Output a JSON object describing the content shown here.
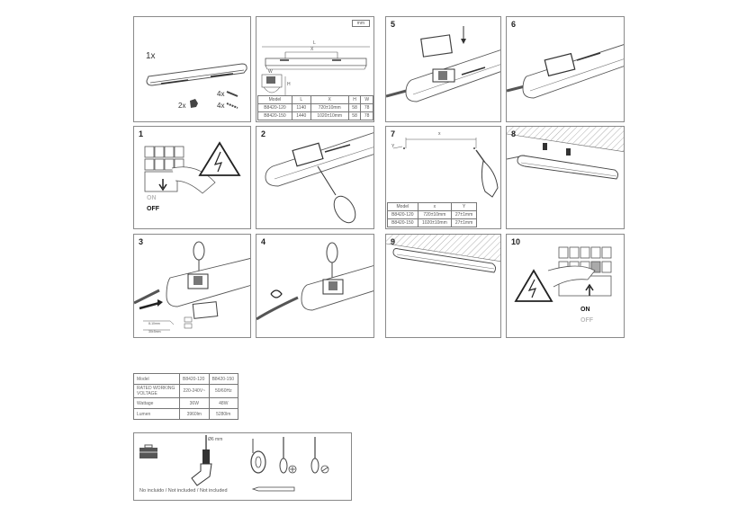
{
  "panels": {
    "contents": {
      "qty_fixture": "1x",
      "qty_clips": "2x",
      "qty_screws": "4x",
      "qty_plugs": "4x"
    },
    "dimensions": {
      "unit": "mm",
      "label_L": "L",
      "label_X": "X",
      "label_W": "W",
      "label_H": "H",
      "table": {
        "headers": [
          "Model",
          "L",
          "X",
          "H",
          "W"
        ],
        "rows": [
          [
            "B8420-120",
            "1140",
            "720±10mm",
            "58",
            "78"
          ],
          [
            "B8420-150",
            "1440",
            "1020±10mm",
            "58",
            "78"
          ]
        ]
      }
    },
    "steps": [
      {
        "n": "1",
        "on": "ON",
        "off": "OFF"
      },
      {
        "n": "2"
      },
      {
        "n": "3",
        "strip1": "8-10mm",
        "strip2": "30±5mm"
      },
      {
        "n": "4"
      },
      {
        "n": "5"
      },
      {
        "n": "6"
      },
      {
        "n": "7",
        "label_x": "x",
        "label_y": "Y",
        "table": {
          "headers": [
            "Model",
            "x",
            "Y"
          ],
          "rows": [
            [
              "B8420-120",
              "720±10mm",
              "27±1mm"
            ],
            [
              "B8420-150",
              "1020±10mm",
              "27±1mm"
            ]
          ]
        }
      },
      {
        "n": "8"
      },
      {
        "n": "9"
      },
      {
        "n": "10",
        "on": "ON",
        "off": "OFF"
      }
    ]
  },
  "spec_table": {
    "rows": [
      [
        "Model",
        "B8420-120",
        "B8420-150"
      ],
      [
        "RATED WORKING VOLTAGE",
        "220-240V~",
        "50/60Hz"
      ],
      [
        "Wattage",
        "36W",
        "48W"
      ],
      [
        "Lumen",
        "3960lm",
        "5280lm"
      ]
    ]
  },
  "tools": {
    "drill_diameter": "Ø6 mm",
    "note": "No incluido / Not included / Not included",
    "icons": [
      "toolbox-icon",
      "drill-icon",
      "tape-measure-icon",
      "phillips-screwdriver-icon",
      "flat-screwdriver-icon",
      "pencil-icon"
    ]
  },
  "colors": {
    "border": "#8a8a8a",
    "line": "#555555",
    "text": "#333333",
    "faded": "#bbbbbb"
  }
}
